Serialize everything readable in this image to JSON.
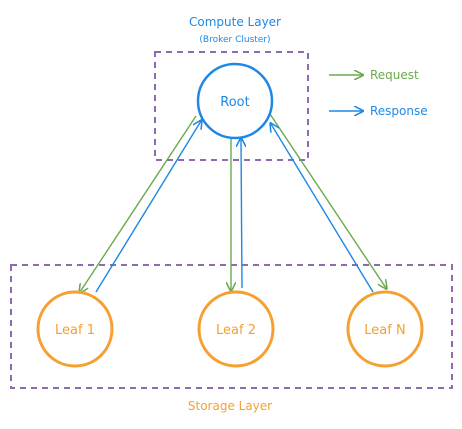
{
  "colors": {
    "request": "#6aaa4f",
    "response": "#1e88e5",
    "node_root": "#1e88e5",
    "node_leaf": "#f5a030",
    "layer_box": "#8e6bb0",
    "compute_label": "#1e88e5",
    "storage_label": "#f5a030"
  },
  "compute_layer": {
    "title": "Compute Layer",
    "subtitle": "(Broker Cluster)"
  },
  "storage_layer": {
    "title": "Storage Layer"
  },
  "legend": {
    "request_label": "Request",
    "response_label": "Response"
  },
  "nodes": {
    "root": "Root",
    "leaf_1": "Leaf 1",
    "leaf_2": "Leaf 2",
    "leaf_n": "Leaf N"
  }
}
